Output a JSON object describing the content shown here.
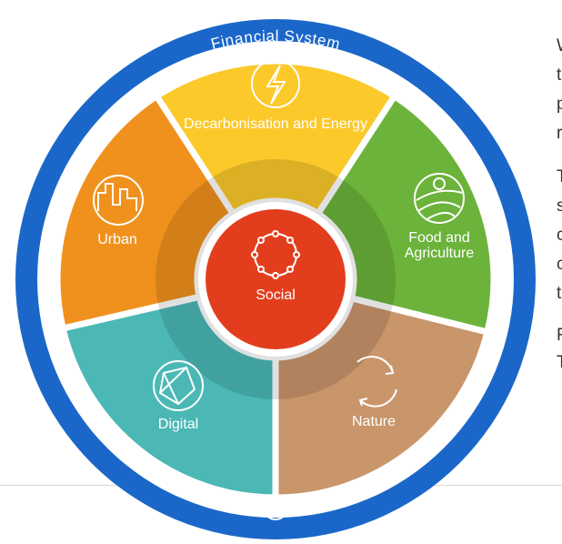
{
  "ring": {
    "label": "Financial System",
    "color": "#1B67C9",
    "bottom_icon": "circular-arrows-icon"
  },
  "center": {
    "label": "Social",
    "color": "#E23E1E",
    "icon": "network-ring-icon"
  },
  "segments": [
    {
      "label": "Decarbonisation and Energy",
      "color": "#FBC92A",
      "icon": "lightning-icon"
    },
    {
      "label": "Food and Agriculture",
      "color": "#6BB33A",
      "icon": "field-icon"
    },
    {
      "label": "Nature",
      "color": "#C9956A",
      "icon": "recycle-arrows-icon"
    },
    {
      "label": "Digital",
      "color": "#4BB8B5",
      "icon": "globe-network-icon"
    },
    {
      "label": "Urban",
      "color": "#F0911E",
      "icon": "city-skyline-icon"
    }
  ],
  "clipped_text": [
    "W",
    "t",
    "p",
    "r",
    "T",
    "s",
    "c",
    "c",
    "t",
    "F",
    "T"
  ]
}
